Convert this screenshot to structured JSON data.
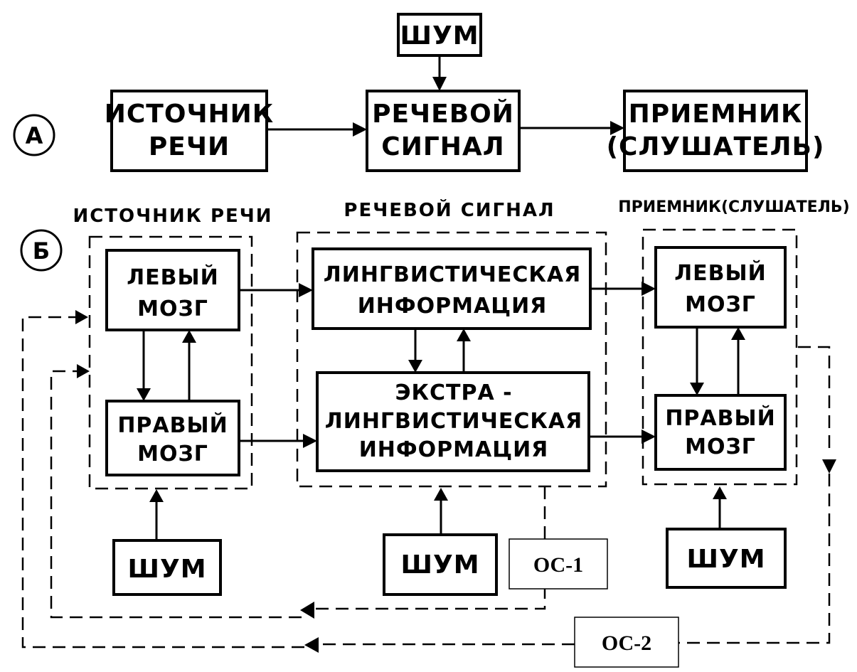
{
  "part_a": {
    "label": "А",
    "noise": "ШУМ",
    "source": [
      "ИСТОЧНИК",
      "РЕЧИ"
    ],
    "signal": [
      "РЕЧЕВОЙ",
      "СИГНАЛ"
    ],
    "receiver": [
      "ПРИЕМНИК",
      "(СЛУШАТЕЛЬ)"
    ]
  },
  "part_b": {
    "label": "Б",
    "source_title": "ИСТОЧНИК РЕЧИ",
    "signal_title": "РЕЧЕВОЙ СИГНАЛ",
    "receiver_title": "ПРИЕМНИК(СЛУШАТЕЛЬ)",
    "src_left_brain": [
      "ЛЕВЫЙ",
      "МОЗГ"
    ],
    "src_right_brain": [
      "ПРАВЫЙ",
      "МОЗГ"
    ],
    "linguistic": [
      "ЛИНГВИСТИЧЕСКАЯ",
      "ИНФОРМАЦИЯ"
    ],
    "extralinguistic": [
      "ЭКСТРА -",
      "ЛИНГВИСТИЧЕСКАЯ",
      "ИНФОРМАЦИЯ"
    ],
    "rcv_left_brain": [
      "ЛЕВЫЙ",
      "МОЗГ"
    ],
    "rcv_right_brain": [
      "ПРАВЫЙ",
      "МОЗГ"
    ],
    "noise_source": "ШУМ",
    "noise_signal": "ШУМ",
    "noise_receiver": "ШУМ",
    "feedback_1": "ОС-1",
    "feedback_2": "ОС-2"
  }
}
